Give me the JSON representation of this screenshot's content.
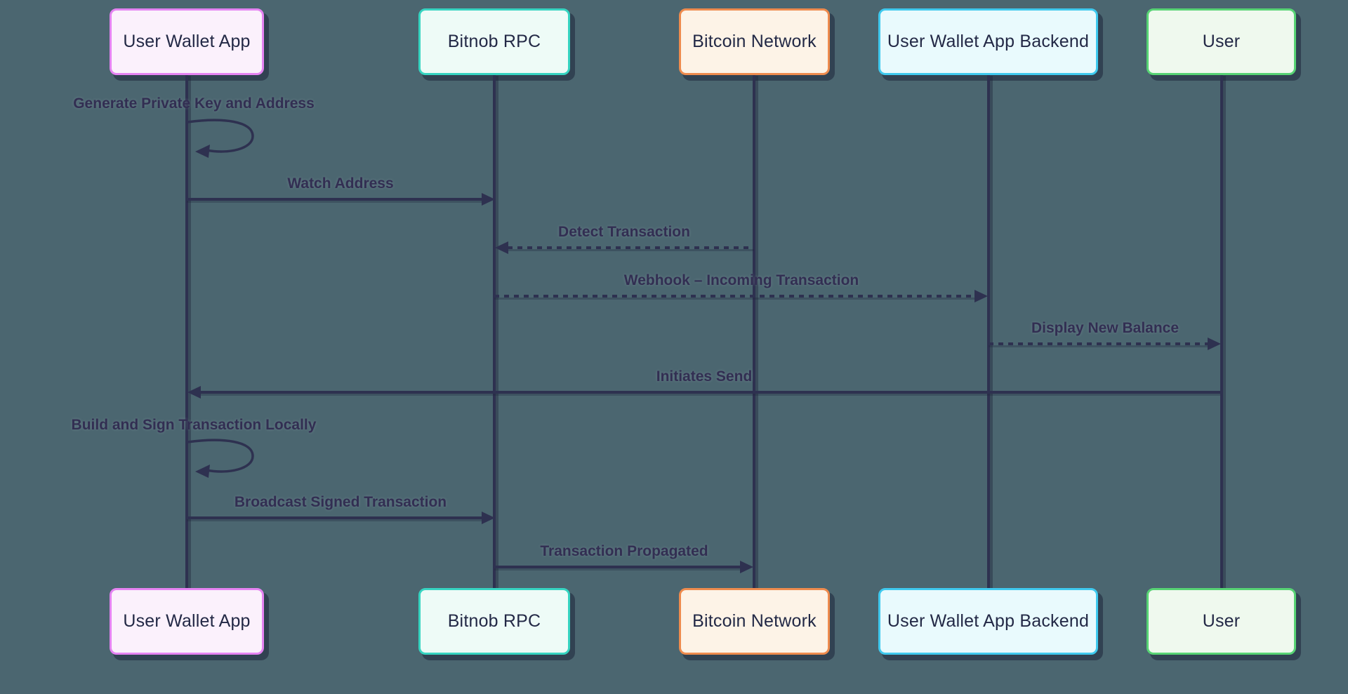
{
  "diagram": {
    "type": "sequence-diagram",
    "background_color": "#4b6670",
    "line_color": "#2e3150",
    "message_text_color": "#322e52",
    "actor_text_color": "#232946",
    "actors": [
      {
        "name": "User Wallet App",
        "border_color": "#e583f2",
        "fill_color": "#fbf1fc"
      },
      {
        "name": "Bitnob RPC",
        "border_color": "#36d4c1",
        "fill_color": "#eefbf7"
      },
      {
        "name": "Bitcoin Network",
        "border_color": "#ee8b4e",
        "fill_color": "#fdf3e7"
      },
      {
        "name": "User Wallet App Backend",
        "border_color": "#3fc9ee",
        "fill_color": "#e9fafd"
      },
      {
        "name": "User",
        "border_color": "#57d374",
        "fill_color": "#eff9ee"
      }
    ],
    "messages": [
      {
        "label": "Generate Private Key and Address",
        "from": "User Wallet App",
        "to": "User Wallet App",
        "style": "self"
      },
      {
        "label": "Watch Address",
        "from": "User Wallet App",
        "to": "Bitnob RPC",
        "style": "solid"
      },
      {
        "label": "Detect Transaction",
        "from": "Bitcoin Network",
        "to": "Bitnob RPC",
        "style": "dashed"
      },
      {
        "label": "Webhook – Incoming Transaction",
        "from": "Bitnob RPC",
        "to": "User Wallet App Backend",
        "style": "dashed"
      },
      {
        "label": "Display New Balance",
        "from": "User Wallet App Backend",
        "to": "User",
        "style": "dashed"
      },
      {
        "label": "Initiates Send",
        "from": "User",
        "to": "User Wallet App",
        "style": "solid"
      },
      {
        "label": "Build and Sign Transaction Locally",
        "from": "User Wallet App",
        "to": "User Wallet App",
        "style": "self"
      },
      {
        "label": "Broadcast Signed Transaction",
        "from": "User Wallet App",
        "to": "Bitnob RPC",
        "style": "solid"
      },
      {
        "label": "Transaction Propagated",
        "from": "Bitnob RPC",
        "to": "Bitcoin Network",
        "style": "solid"
      }
    ]
  }
}
